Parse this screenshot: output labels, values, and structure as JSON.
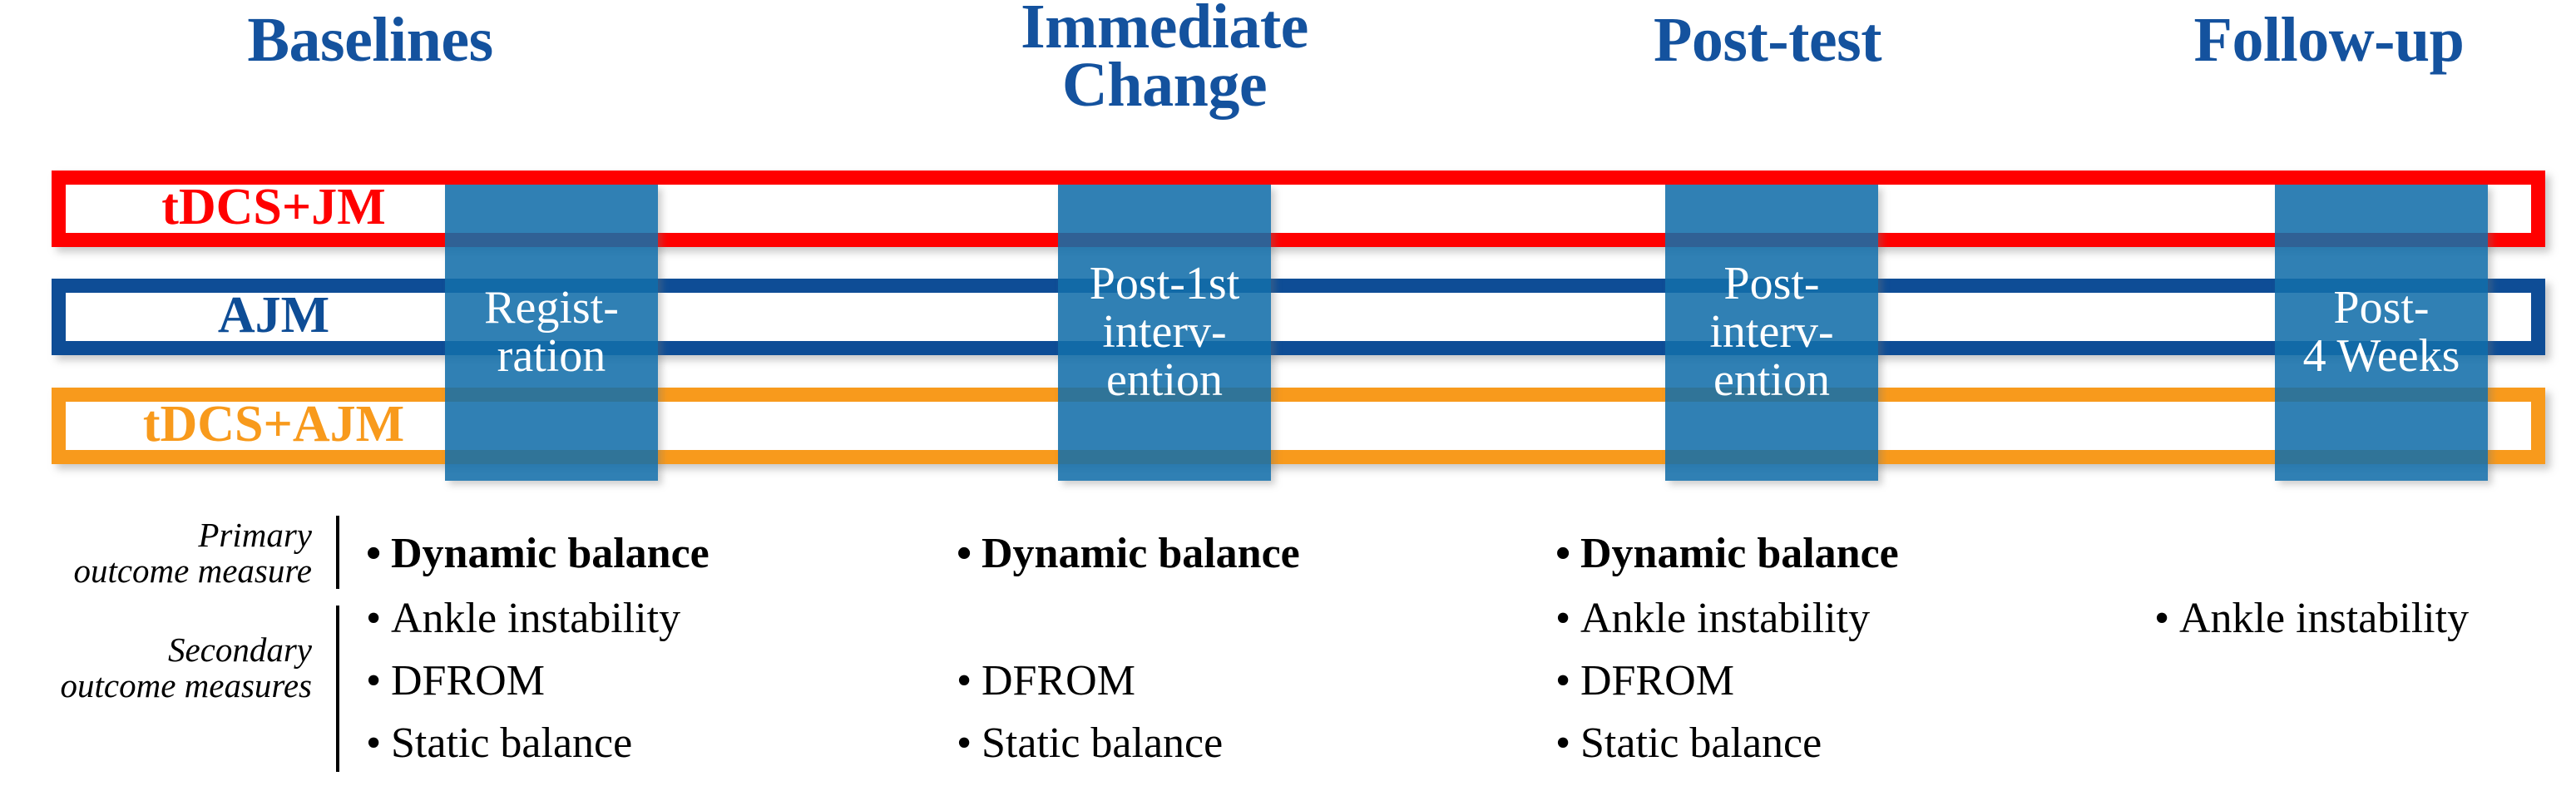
{
  "figure": {
    "type": "study-design-timeline",
    "title": "",
    "colors": {
      "header_blue": "#14529e",
      "group_tdcs_jm": "#ff0000",
      "group_ajm": "#0e4d96",
      "group_tdcs_ajm": "#f89a1c",
      "timepoint_box": "#136eaa",
      "timepoint_text": "#ffffff",
      "text_black": "#000000"
    }
  },
  "timeline": {
    "columns": [
      {
        "header": "Baselines",
        "timepoint_label": "Regist-\nration"
      },
      {
        "header": "Immediate\nChange",
        "timepoint_label": "Post-1st\ninterv-\nention"
      },
      {
        "header": "Post-test",
        "timepoint_label": "Post-\ninterv-\nention"
      },
      {
        "header": "Follow-up",
        "timepoint_label": "Post-\n4 Weeks"
      }
    ]
  },
  "groups": [
    {
      "label": "tDCS+JM",
      "color": "#ff0000"
    },
    {
      "label": "AJM",
      "color": "#0e4d96"
    },
    {
      "label": "tDCS+AJM",
      "color": "#f89a1c"
    }
  ],
  "outcomes": {
    "row_labels": [
      "Primary\noutcome measure",
      "Secondary\noutcome measures"
    ],
    "measure_rows": [
      "Dynamic balance",
      "Ankle instability",
      "DFROM",
      "Static balance"
    ],
    "bullet": "•",
    "columns": [
      {
        "column": "Baselines",
        "items": [
          {
            "text": "Dynamic balance",
            "primary": true,
            "present": true
          },
          {
            "text": "Ankle instability",
            "primary": false,
            "present": true
          },
          {
            "text": "DFROM",
            "primary": false,
            "present": true
          },
          {
            "text": "Static balance",
            "primary": false,
            "present": true
          }
        ]
      },
      {
        "column": "Immediate Change",
        "items": [
          {
            "text": "Dynamic balance",
            "primary": true,
            "present": true
          },
          {
            "text": "",
            "primary": false,
            "present": false
          },
          {
            "text": "DFROM",
            "primary": false,
            "present": true
          },
          {
            "text": "Static balance",
            "primary": false,
            "present": true
          }
        ]
      },
      {
        "column": "Post-test",
        "items": [
          {
            "text": "Dynamic balance",
            "primary": true,
            "present": true
          },
          {
            "text": "Ankle instability",
            "primary": false,
            "present": true
          },
          {
            "text": "DFROM",
            "primary": false,
            "present": true
          },
          {
            "text": "Static balance",
            "primary": false,
            "present": true
          }
        ]
      },
      {
        "column": "Follow-up",
        "items": [
          {
            "text": "",
            "primary": true,
            "present": false
          },
          {
            "text": "Ankle instability",
            "primary": false,
            "present": true
          },
          {
            "text": "",
            "primary": false,
            "present": false
          },
          {
            "text": "",
            "primary": false,
            "present": false
          }
        ]
      }
    ]
  }
}
